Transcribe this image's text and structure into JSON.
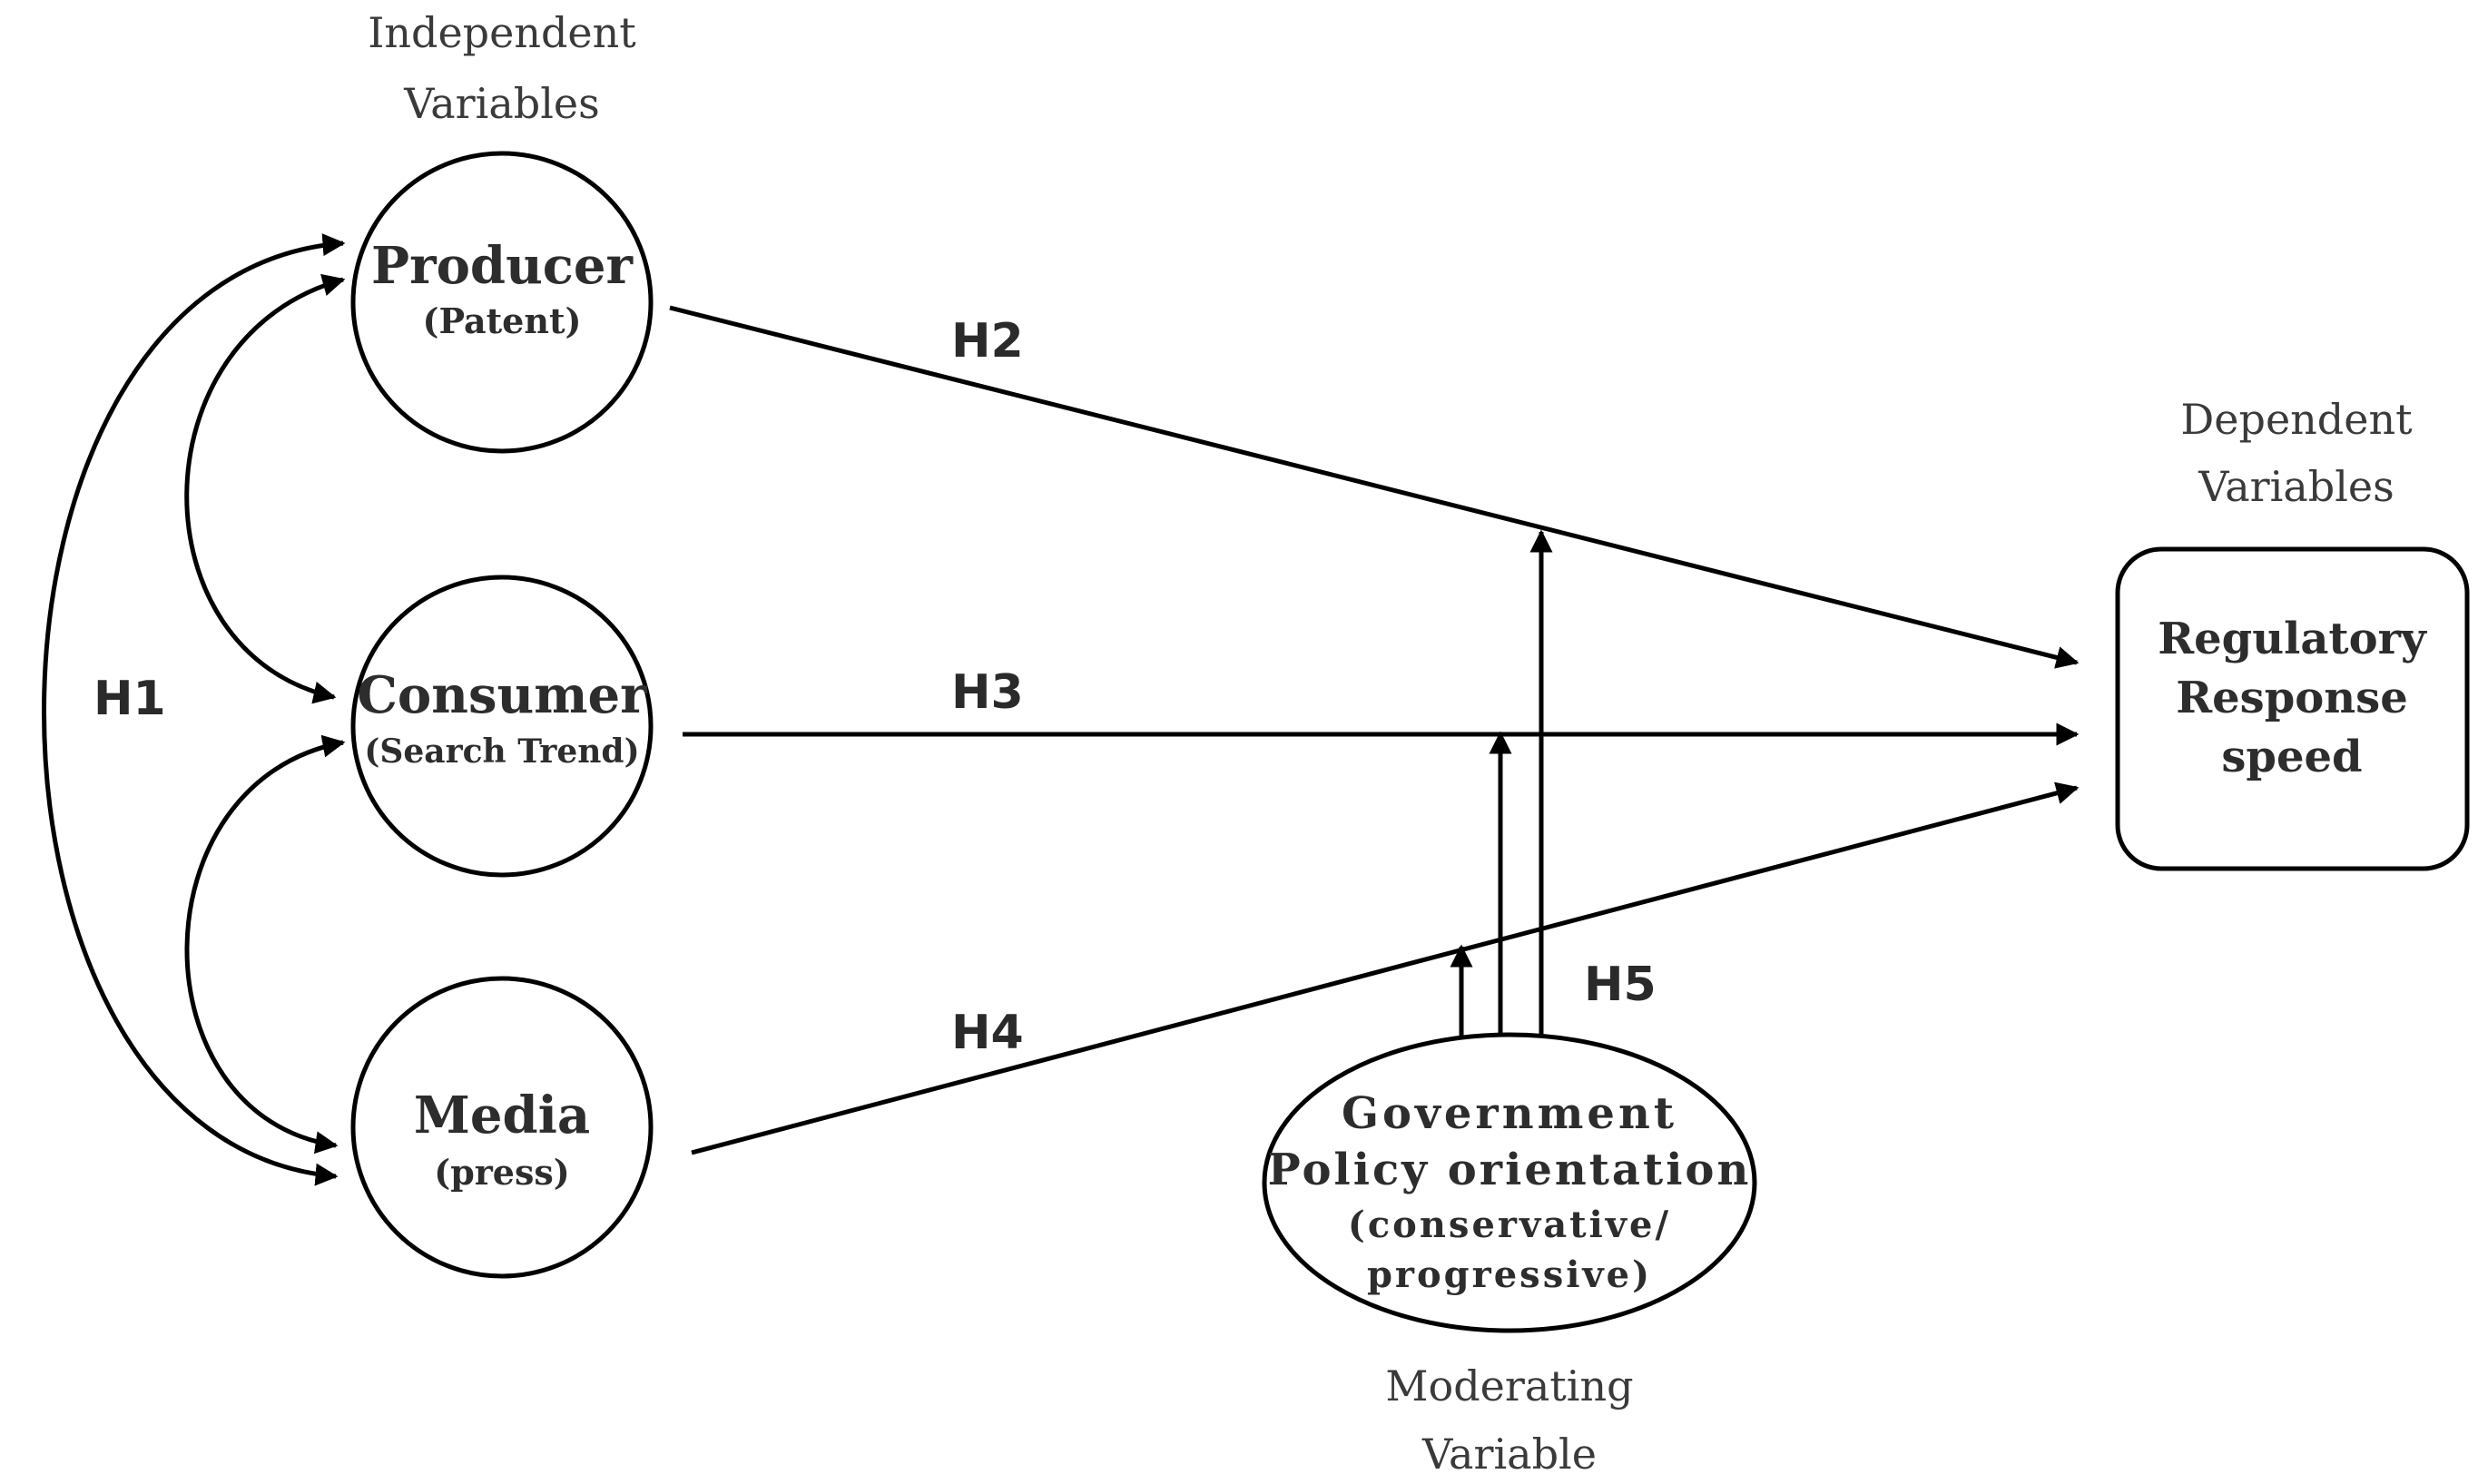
{
  "headers": {
    "independent": [
      "Independent",
      "Variables"
    ],
    "dependent": [
      "Dependent",
      "Variables"
    ],
    "moderating": [
      "Moderating",
      "Variable"
    ]
  },
  "nodes": {
    "producer": {
      "title": "Producer",
      "sub": "(Patent)"
    },
    "consumer": {
      "title": "Consumer",
      "sub": "(Search Trend)"
    },
    "media": {
      "title": "Media",
      "sub": "(press)"
    },
    "outcome": {
      "lines": [
        "Regulatory",
        "Response",
        "speed"
      ]
    },
    "moderator": {
      "lines": [
        "Government",
        "Policy orientation",
        "(conservative/",
        "progressive)"
      ]
    }
  },
  "hypotheses": {
    "h1": "H1",
    "h2": "H2",
    "h3": "H3",
    "h4": "H4",
    "h5": "H5"
  },
  "colors": {
    "stroke": "#000000",
    "text": "#2d2d2d",
    "background": "#ffffff"
  }
}
